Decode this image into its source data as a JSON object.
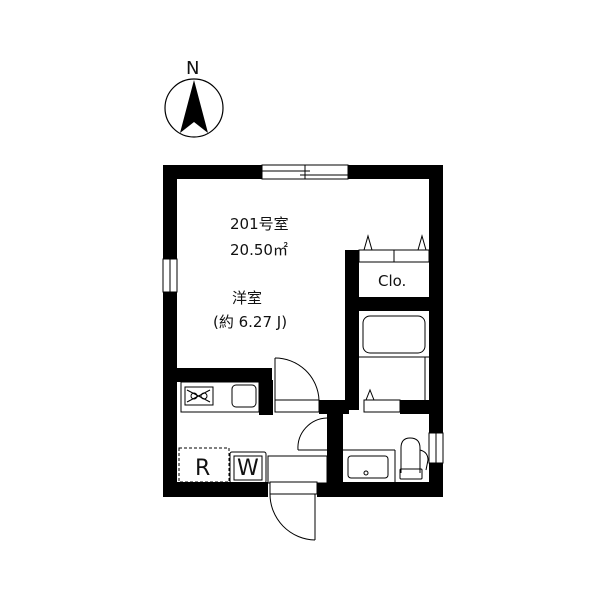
{
  "compass": {
    "label": "N"
  },
  "room": {
    "number": "201号室",
    "area": "20.50㎡",
    "type": "洋室",
    "size": "(約  6.27  J)"
  },
  "closet": {
    "label": "Clo."
  },
  "storage": {
    "refrigerator": "R",
    "washer": "W"
  },
  "colors": {
    "wall": "#000000",
    "background": "#ffffff",
    "line": "#222222"
  }
}
